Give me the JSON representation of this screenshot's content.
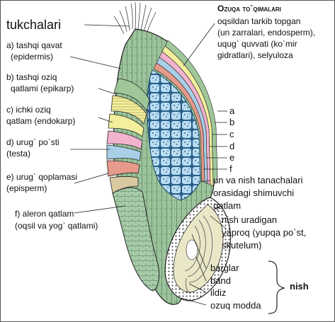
{
  "labels": {
    "tukchalari": "tukchalari",
    "epidermis_1": "a) tashqi qavat",
    "epidermis_2": "(epidermis)",
    "epikarp_1": "b) tashqi oziq",
    "epikarp_2": "qatlami (epikarp)",
    "endokarp_1": "c) ichki oziq",
    "endokarp_2": "qatlam (endokarp)",
    "testa_1": "d) urug` po`sti",
    "testa_2": "(testa)",
    "episperm_1": "e) urug` qoplamasi",
    "episperm_2": "(episperm)",
    "aleron_1": "f) aleron qatlam",
    "aleron_2": "(oqsil va yog` qatlami)",
    "ozuqa_title": "Ozuqa to`qimalari",
    "ozuqa_1": "oqsildan tarkib topgan",
    "ozuqa_2": "(un zarralari, endosperm),",
    "ozuqa_3": "uqug` quvvati (ko`mir",
    "ozuqa_4": "gidratlari), selyuloza",
    "letter_a": "a",
    "letter_b": "b",
    "letter_c": "c",
    "letter_d": "d",
    "letter_e": "e",
    "letter_f": "f",
    "oraliq_1": "un va nish tanachalari",
    "oraliq_2": "orasidagi shimuvchi",
    "oraliq_3": "qatlam",
    "skutelum_1": "nish uradigan",
    "skutelum_2": "yaproq (yupqa po`st,",
    "skutelum_3": "skutelum)",
    "barglar": "barglar",
    "band": "band",
    "ildiz": "ildiz",
    "ozuq_modda": "ozuq modda",
    "nish": "nish"
  },
  "colors": {
    "epidermis": "#9fc79a",
    "epikarp": "#f3ef9c",
    "endokarp": "#f2b3cf",
    "testa": "#a9cfe6",
    "episperm": "#e59a8b",
    "endosperm": "#b9dcf3",
    "germ": "#e9e7c6",
    "outline": "#222222"
  }
}
